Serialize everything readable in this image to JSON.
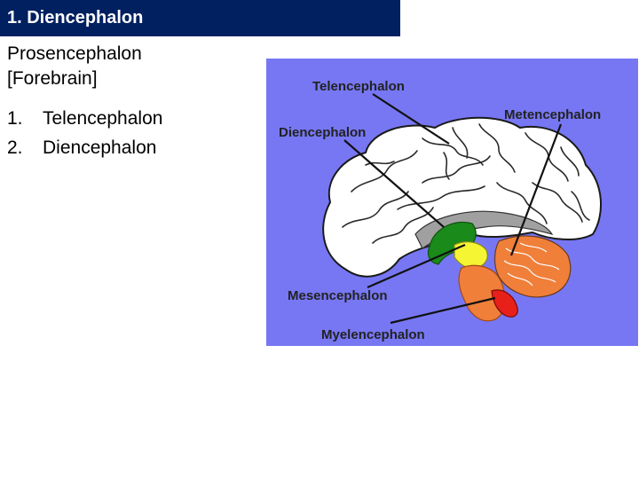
{
  "slide": {
    "title": "1. Diencephalon",
    "text_lines": [
      "Prosencephalon",
      "[Forebrain]"
    ],
    "list": [
      {
        "number": "1.",
        "text": "Telencephalon"
      },
      {
        "number": "2.",
        "text": "Diencephalon"
      }
    ]
  },
  "diagram": {
    "labels": {
      "telencephalon": "Telencephalon",
      "metencephalon": "Metencephalon",
      "diencephalon": "Diencephalon",
      "mesencephalon": "Mesencephalon",
      "myelencephalon": "Myelencephalon"
    },
    "colors": {
      "background": "#7777f4",
      "cerebrum": "#ffffff",
      "diencephalon": "#1a8a1a",
      "midbrain": "#f5f534",
      "pons_cerebellum": "#f07f3a",
      "medulla": "#e8201a",
      "title_bar": "#002060"
    }
  }
}
